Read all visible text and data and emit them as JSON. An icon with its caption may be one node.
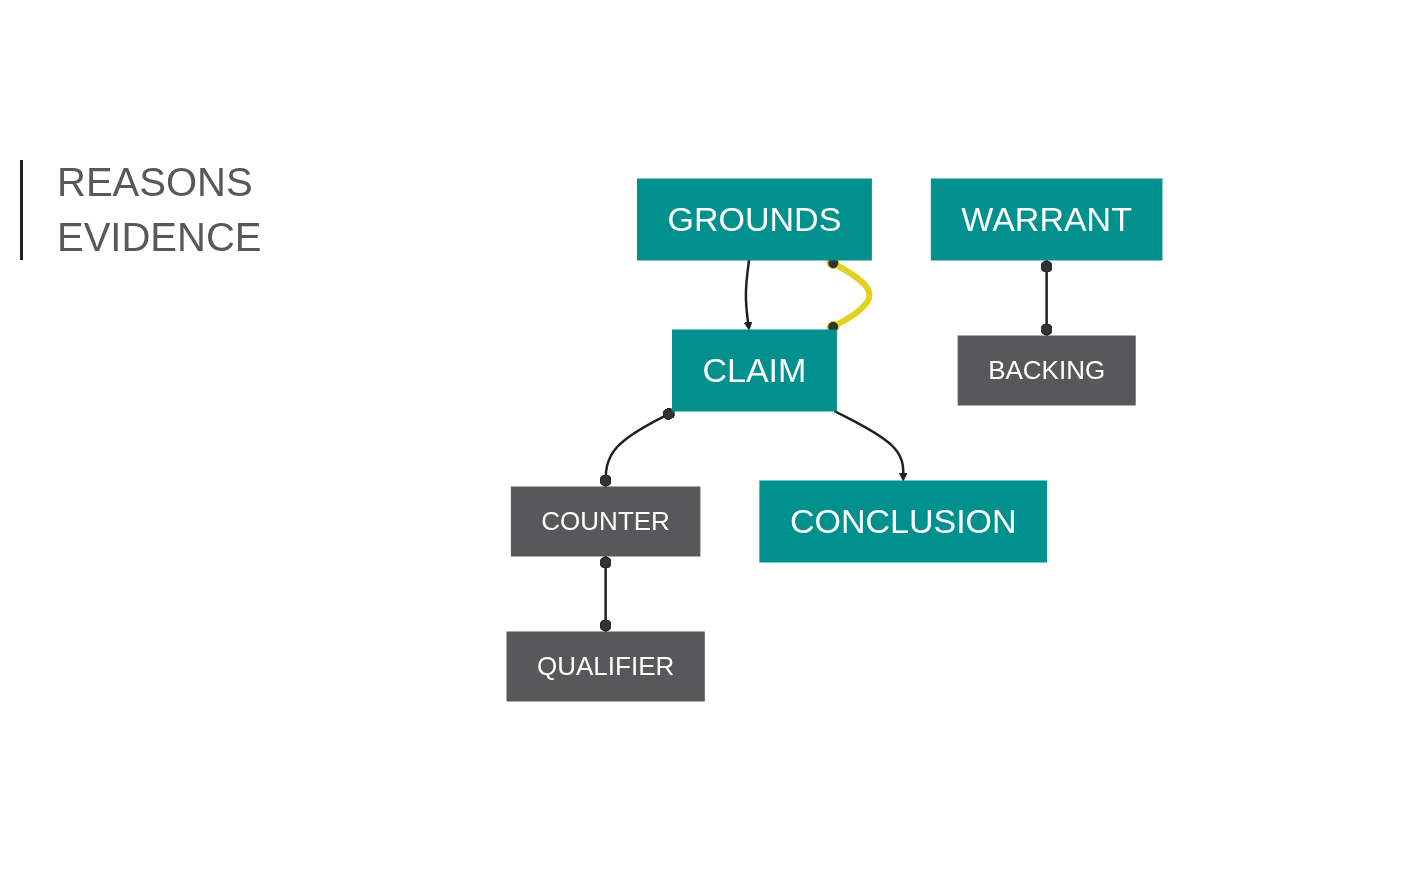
{
  "diagram": {
    "nodes": [
      {
        "text": [
          "GROUNDS"
        ]
      },
      {
        "text": [
          "CLAIM"
        ]
      },
      {
        "text": [
          "WARRANT"
        ]
      },
      {
        "text": [
          "BACKING"
        ]
      },
      {
        "text": [
          "COUNTER"
        ]
      },
      {
        "text": [
          "QUALIFIER"
        ]
      },
      {
        "text": [
          "CONCLUSION"
        ]
      }
    ],
    "edges": [
      {
        "from": 0,
        "to": 1,
        "arrow": "to"
      },
      {
        "from": 0,
        "to": 1,
        "arrow": "other",
        "style": "thick",
        "color": "#e2d21d"
      },
      {
        "from": 2,
        "to": 3,
        "arrow": "other"
      },
      {
        "from": 1,
        "to": 4,
        "arrow": "other"
      },
      {
        "from": 4,
        "to": 5,
        "arrow": "other"
      },
      {
        "from": 1,
        "to": 6,
        "arrow": "to"
      }
    ],
    "labels": [
      "REASONS",
      "EVIDENCE"
    ]
  }
}
